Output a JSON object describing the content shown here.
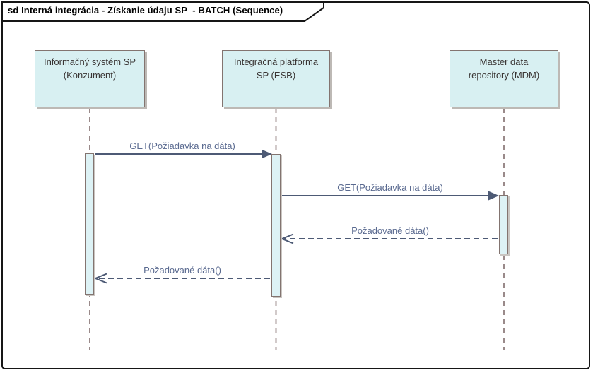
{
  "frame": {
    "title": "sd Interná integrácia - Získanie údaju SP  - BATCH (Sequence)"
  },
  "diagram_type": "uml-sequence-diagram",
  "lifelines": [
    {
      "label": "Informačný systém SP\n(Konzument)"
    },
    {
      "label": "Integračná platforma\nSP (ESB)"
    },
    {
      "label": "Master data\nrepository (MDM)"
    }
  ],
  "messages": [
    {
      "label": "GET(Požiadavka na dáta)",
      "type": "synchronous-call",
      "from": "Informačný systém SP (Konzument)",
      "to": "Integračná platforma SP (ESB)"
    },
    {
      "label": "GET(Požiadavka na dáta)",
      "type": "synchronous-call",
      "from": "Integračná platforma SP (ESB)",
      "to": "Master data repository (MDM)"
    },
    {
      "label": "Požadované dáta()",
      "type": "return-dashed",
      "from": "Master data repository (MDM)",
      "to": "Integračná platforma SP (ESB)"
    },
    {
      "label": "Požadované dáta()",
      "type": "return-dashed",
      "from": "Integračná platforma SP (ESB)",
      "to": "Informačný systém SP (Konzument)"
    }
  ],
  "colors": {
    "frame_border": "#161616",
    "lifeline_box_fill": "#d8f0f2",
    "lifeline_box_border": "#837470",
    "box_shadow": "#bdb9b5",
    "activation_fill": "#ddf2f5",
    "message_line": "#4d5a75",
    "message_text": "#5a6a90",
    "lifeline_dash": "#8f7d7d",
    "box_text": "#393433"
  }
}
